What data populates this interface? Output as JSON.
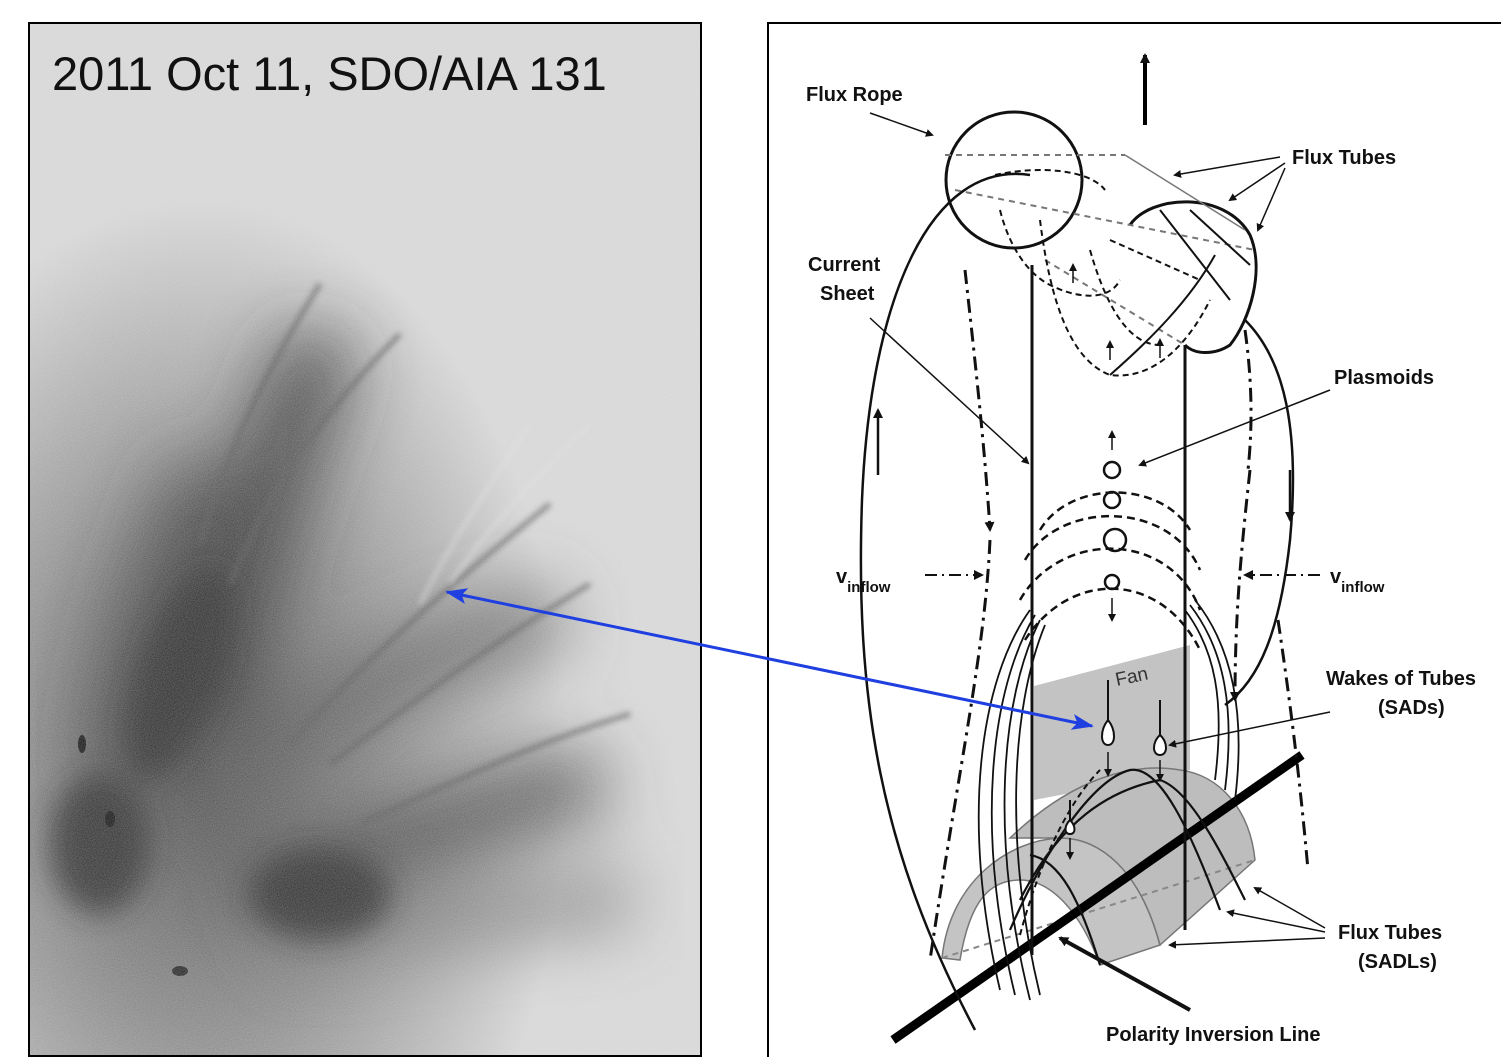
{
  "left_panel": {
    "title": "2011 Oct 11, SDO/AIA 131"
  },
  "right_panel": {
    "labels": {
      "flux_rope": "Flux Rope",
      "flux_tubes_top": "Flux Tubes",
      "current_sheet_line1": "Current",
      "current_sheet_line2": "Sheet",
      "plasmoids": "Plasmoids",
      "v_inflow": "v",
      "inflow_sub": "inflow",
      "fan": "Fan",
      "wakes_line1": "Wakes of Tubes",
      "wakes_line2": "(SADs)",
      "flux_tubes_bottom_line1": "Flux Tubes",
      "flux_tubes_bottom_line2": "(SADLs)",
      "polarity_inversion_line": "Polarity Inversion Line"
    }
  },
  "colors": {
    "connector_arrow": "#1f3fe0",
    "shading": "#bdbdbd",
    "ink": "#111111"
  }
}
